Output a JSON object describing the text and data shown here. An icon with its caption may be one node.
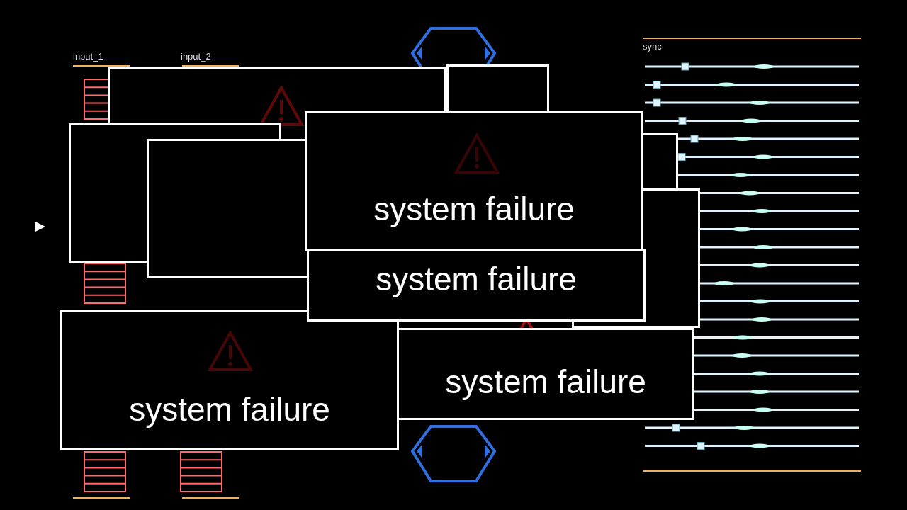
{
  "diagram": {
    "nodes": [
      {
        "text": [],
        "shape": "box"
      },
      {
        "text": [],
        "shape": "box"
      },
      {
        "text": [
          "system failure"
        ]
      },
      {
        "text": [],
        "shape": "box"
      },
      {
        "text": [],
        "shape": "box"
      },
      {
        "text": [],
        "shape": "box"
      },
      {
        "text": [],
        "shape": "box"
      },
      {
        "text": [
          "system failure"
        ]
      },
      {
        "text": [
          "system failure"
        ]
      },
      {
        "text": [],
        "shape": "box"
      },
      {
        "text": [
          "system failure"
        ]
      }
    ],
    "labels": [
      "input_1",
      "input_2",
      "sync"
    ]
  }
}
